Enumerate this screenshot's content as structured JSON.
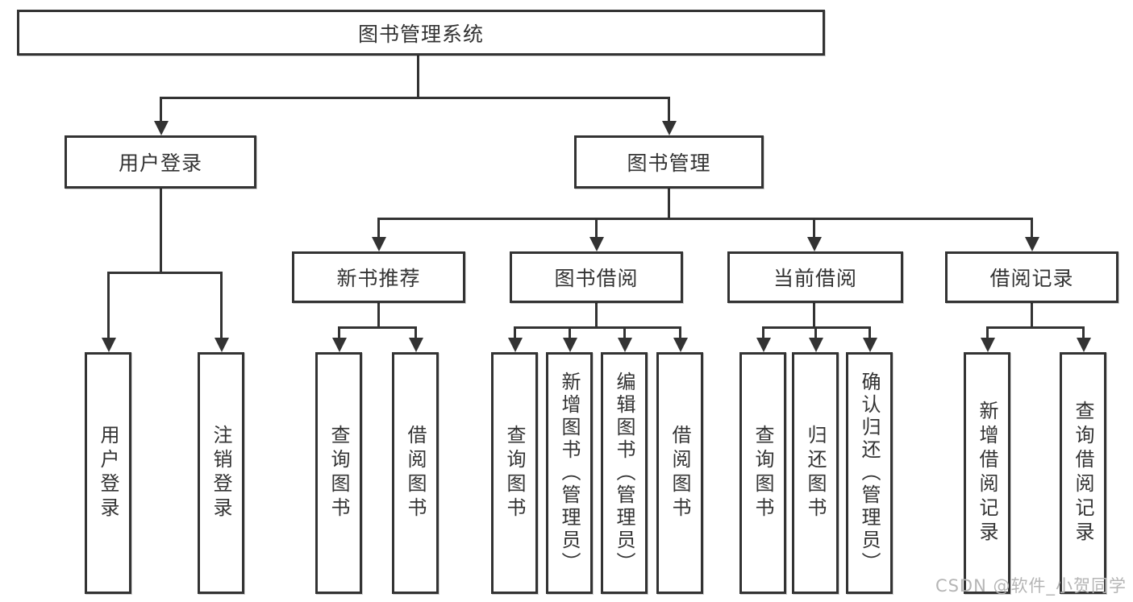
{
  "diagram_title": "图书管理系统",
  "watermark": "CSDN @软件_小贺同学",
  "colors": {
    "line": "#333333",
    "box_border": "#333333",
    "box_background": "#ffffff",
    "text": "#333333",
    "watermark": "#b5b5b5",
    "page_background": "#ffffff"
  },
  "nodes": {
    "root": "图书管理系统",
    "user_login": "用户登录",
    "book_management": "图书管理",
    "new_book_recommend": "新书推荐",
    "book_borrowing": "图书借阅",
    "current_borrowing": "当前借阅",
    "borrowing_records": "借阅记录",
    "leaf_user_login": "用户登录",
    "leaf_logout": "注销登录",
    "leaf_nbr_query_books": "查询图书",
    "leaf_nbr_borrow_books": "借阅图书",
    "leaf_bb_query_books": "查询图书",
    "leaf_bb_add_books_admin": "新增图书（管理员）",
    "leaf_bb_edit_books_admin": "编辑图书（管理员）",
    "leaf_bb_borrow_books": "借阅图书",
    "leaf_cb_query_books": "查询图书",
    "leaf_cb_return_books": "归还图书",
    "leaf_cb_confirm_return_admin": "确认归还（管理员）",
    "leaf_br_add_record": "新增借阅记录",
    "leaf_br_query_record": "查询借阅记录"
  },
  "edges": [
    [
      "root",
      "user_login"
    ],
    [
      "root",
      "book_management"
    ],
    [
      "user_login",
      "leaf_user_login"
    ],
    [
      "user_login",
      "leaf_logout"
    ],
    [
      "book_management",
      "new_book_recommend"
    ],
    [
      "book_management",
      "book_borrowing"
    ],
    [
      "book_management",
      "current_borrowing"
    ],
    [
      "book_management",
      "borrowing_records"
    ],
    [
      "new_book_recommend",
      "leaf_nbr_query_books"
    ],
    [
      "new_book_recommend",
      "leaf_nbr_borrow_books"
    ],
    [
      "book_borrowing",
      "leaf_bb_query_books"
    ],
    [
      "book_borrowing",
      "leaf_bb_add_books_admin"
    ],
    [
      "book_borrowing",
      "leaf_bb_edit_books_admin"
    ],
    [
      "book_borrowing",
      "leaf_bb_borrow_books"
    ],
    [
      "current_borrowing",
      "leaf_cb_query_books"
    ],
    [
      "current_borrowing",
      "leaf_cb_return_books"
    ],
    [
      "current_borrowing",
      "leaf_cb_confirm_return_admin"
    ],
    [
      "borrowing_records",
      "leaf_br_add_record"
    ],
    [
      "borrowing_records",
      "leaf_br_query_record"
    ]
  ]
}
